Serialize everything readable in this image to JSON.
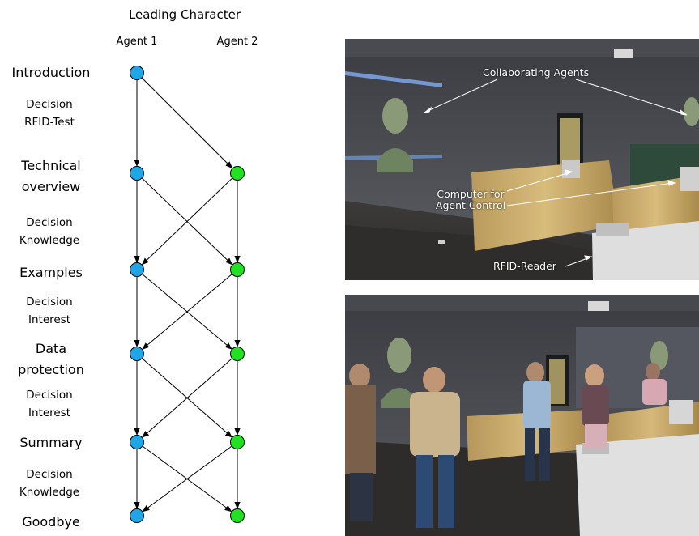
{
  "diagram": {
    "header": "Leading Character",
    "columns": [
      "Agent 1",
      "Agent 2"
    ],
    "colors": {
      "agent1": "#1ea6e6",
      "agent2": "#22e022",
      "edge": "#000000"
    },
    "stages": [
      {
        "label": [
          "Introduction"
        ],
        "agents": [
          "agent1"
        ]
      },
      {
        "label": [
          "Technical",
          "overview"
        ],
        "agents": [
          "agent1",
          "agent2"
        ]
      },
      {
        "label": [
          "Examples"
        ],
        "agents": [
          "agent1",
          "agent2"
        ]
      },
      {
        "label": [
          "Data",
          "protection"
        ],
        "agents": [
          "agent1",
          "agent2"
        ]
      },
      {
        "label": [
          "Summary"
        ],
        "agents": [
          "agent1",
          "agent2"
        ]
      },
      {
        "label": [
          "Goodbye"
        ],
        "agents": [
          "agent1",
          "agent2"
        ]
      }
    ],
    "decisions": [
      [
        "Decision",
        "RFID-Test"
      ],
      [
        "Decision",
        "Knowledge"
      ],
      [
        "Decision",
        "Interest"
      ],
      [
        "Decision",
        "Interest"
      ],
      [
        "Decision",
        "Knowledge"
      ]
    ]
  },
  "photos": {
    "top": {
      "labels": {
        "agents": "Collaborating Agents",
        "computer_line1": "Computer for",
        "computer_line2": "Agent Control",
        "reader": "RFID-Reader"
      }
    },
    "bottom": {}
  }
}
